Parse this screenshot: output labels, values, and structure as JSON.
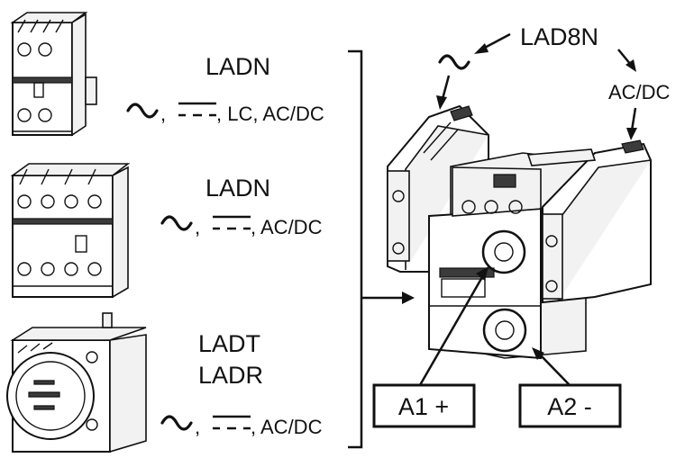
{
  "top_block": {
    "model": "LADN",
    "supply_suffix": ", LC, AC/DC",
    "separator": ","
  },
  "middle_block": {
    "model": "LADN",
    "supply_suffix": ", AC/DC",
    "separator": ","
  },
  "bottom_block": {
    "model_line1": "LADT",
    "model_line2": "LADR",
    "supply_suffix": ", AC/DC",
    "separator": ","
  },
  "right_assembly": {
    "suppressor_model": "LAD8N",
    "suppressor_right_supply": "AC/DC",
    "terminal_a1": "A1 +",
    "terminal_a2": "A2 -"
  },
  "icons": [
    "ac-tilde-icon",
    "dc-symbol-icon"
  ]
}
